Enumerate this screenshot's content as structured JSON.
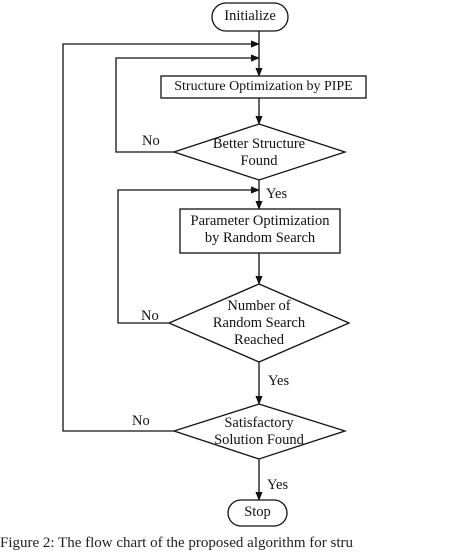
{
  "diagram": {
    "nodes": {
      "initialize": "Initialize",
      "structure_opt": "Structure Optimization by PIPE",
      "better_structure": "Better Structure\nFound",
      "parameter_opt": "Parameter Optimization\nby Random Search",
      "number_reached": "Number of\nRandom Search\nReached",
      "satisfactory": "Satisfactory\nSolution Found",
      "stop": "Stop"
    },
    "edges": {
      "no_1": "No",
      "yes_1": "Yes",
      "no_2": "No",
      "yes_2": "Yes",
      "no_3": "No",
      "yes_3": "Yes"
    }
  },
  "caption": "Figure 2: The flow chart of the proposed algorithm for stru"
}
